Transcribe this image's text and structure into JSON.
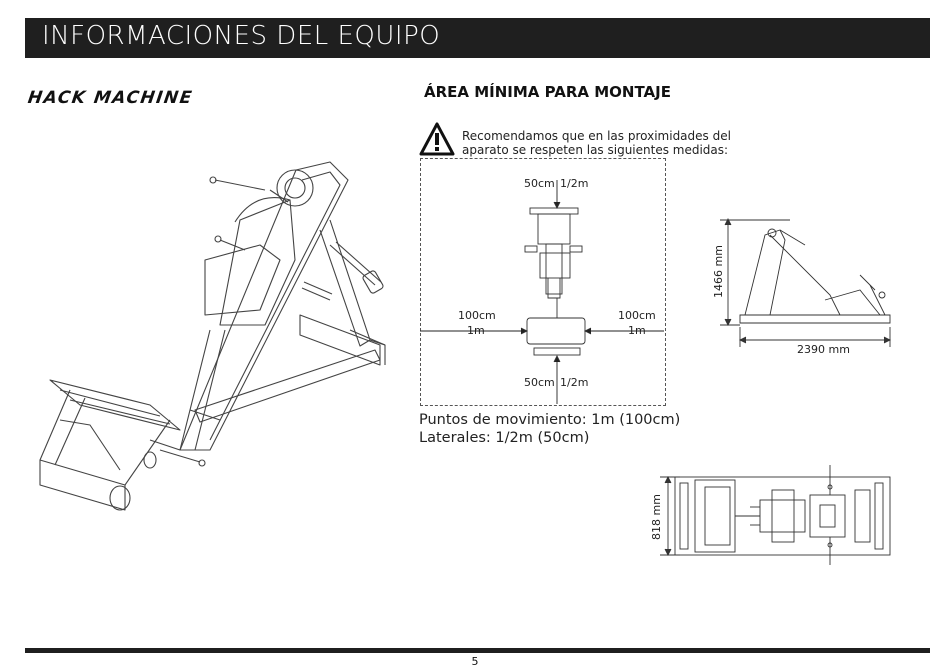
{
  "header": {
    "title": "INFORMACIONES DEL EQUIPO"
  },
  "model": {
    "name": "HACK MACHINE"
  },
  "section": {
    "title": "ÁREA MÍNIMA PARA MONTAJE"
  },
  "warning": {
    "icon": "warning-triangle-icon",
    "line1": "Recomendamos que en las proximidades del",
    "line2": "aparato se respeten las siguientes medidas:"
  },
  "area_diagram": {
    "top_cm": "50cm",
    "top_m": "1/2m",
    "left_cm": "100cm",
    "left_m": "1m",
    "right_cm": "100cm",
    "right_m": "1m",
    "bottom_cm": "50cm",
    "bottom_m": "1/2m"
  },
  "notes": {
    "movement": "Puntos de movimiento: 1m (100cm)",
    "lateral": "Laterales: 1/2m (50cm)"
  },
  "side_view": {
    "height": "1466 mm",
    "length": "2390 mm"
  },
  "top_view": {
    "width": "818 mm"
  },
  "footer": {
    "page": "5"
  }
}
